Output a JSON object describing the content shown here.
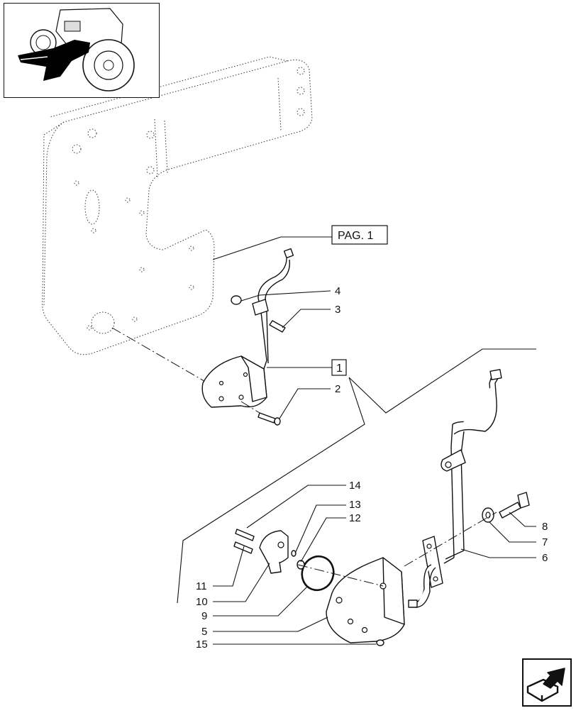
{
  "diagram": {
    "reference_labels": {
      "page_ref": "PAG. 1",
      "group_ref": "1"
    },
    "callouts": [
      "2",
      "3",
      "4",
      "5",
      "6",
      "7",
      "8",
      "9",
      "10",
      "11",
      "12",
      "13",
      "14",
      "15"
    ]
  },
  "navigation": {
    "icon": "next-page-arrow-icon"
  },
  "thumbnail": {
    "icon": "tractor-locator-icon"
  }
}
